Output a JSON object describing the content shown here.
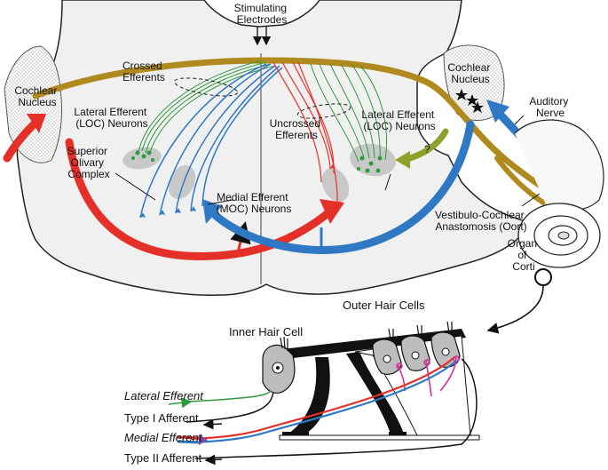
{
  "labels": {
    "stimulating_electrodes": [
      "Stimulating",
      "Electrodes"
    ],
    "crossed_efferents": [
      "Crossed",
      "Efferents"
    ],
    "uncrossed_efferents": [
      "Uncrossed",
      "Efferents"
    ],
    "cochlear_nucleus_left": [
      "Cochlear",
      "Nucleus"
    ],
    "cochlear_nucleus_right": [
      "Cochlear",
      "Nucleus"
    ],
    "loc_left": [
      "Lateral Efferent",
      "(LOC) Neurons"
    ],
    "loc_right": [
      "Lateral Efferent",
      "(LOC) Neurons"
    ],
    "superior_olivary_complex": [
      "Superior",
      "Olivary",
      "Complex"
    ],
    "moc_neurons": [
      "Medial Efferent",
      "(MOC) Neurons"
    ],
    "auditory_nerve": [
      "Auditory",
      "Nerve"
    ],
    "question_mark": "?",
    "vestibulo_cochlear": [
      "Vestibulo-Cochlear",
      "Anastomosis (Oort)"
    ],
    "organ_of_corti": [
      "Organ",
      "of",
      "Corti"
    ],
    "inner_hair_cell": "Inner Hair Cell",
    "outer_hair_cells": "Outer Hair Cells"
  },
  "legend": {
    "lateral_efferent": "Lateral Efferent",
    "type_i_afferent": "Type I Afferent",
    "medial_efferent": "Medial Efferent",
    "type_ii_afferent": "Type II Afferent"
  },
  "colors": {
    "lateral_efferent": "#2e9a3e",
    "medial_efferent": "#2f78c4",
    "uncrossed_red": "#e5302a",
    "oort_olive": "#b08a1f",
    "auditory_nerve_blue": "#2f78c4",
    "synapse_pink": "#d62fa0",
    "soc_gray": "#c8c8c8",
    "brainstem_fill": "#f0f0f0"
  }
}
